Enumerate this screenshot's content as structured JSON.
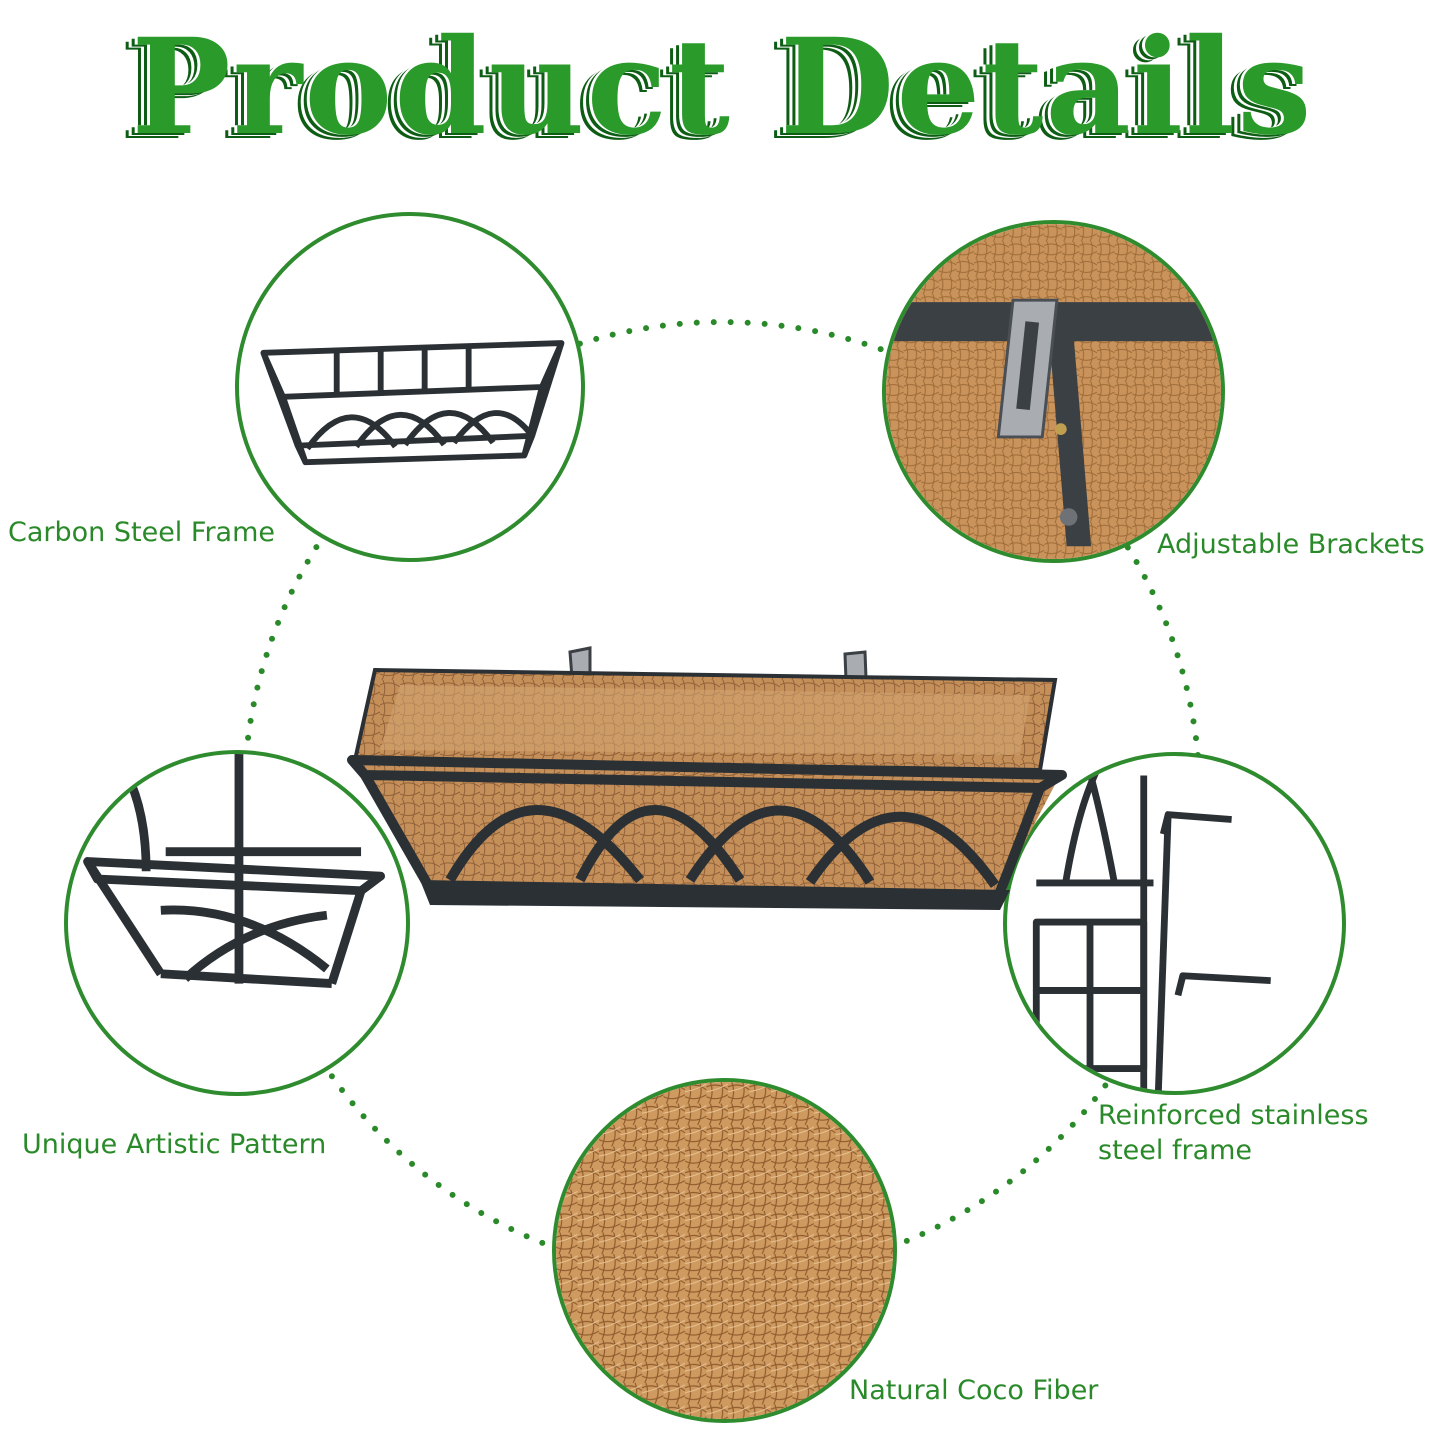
{
  "title": "Product Details",
  "features": {
    "carbon_steel": {
      "label": "Carbon Steel Frame"
    },
    "brackets": {
      "label": "Adjustable Brackets"
    },
    "pattern": {
      "label": "Unique Artistic Pattern"
    },
    "reinforced": {
      "line1": "Reinforced stainless",
      "line2": "steel frame"
    },
    "coco": {
      "label": "Natural Coco Fiber"
    }
  },
  "colors": {
    "accent_green": "#2a9a2a",
    "dark_green": "#0d5d14",
    "metal": "#2b3035",
    "coco_fiber": "#c9935b"
  }
}
